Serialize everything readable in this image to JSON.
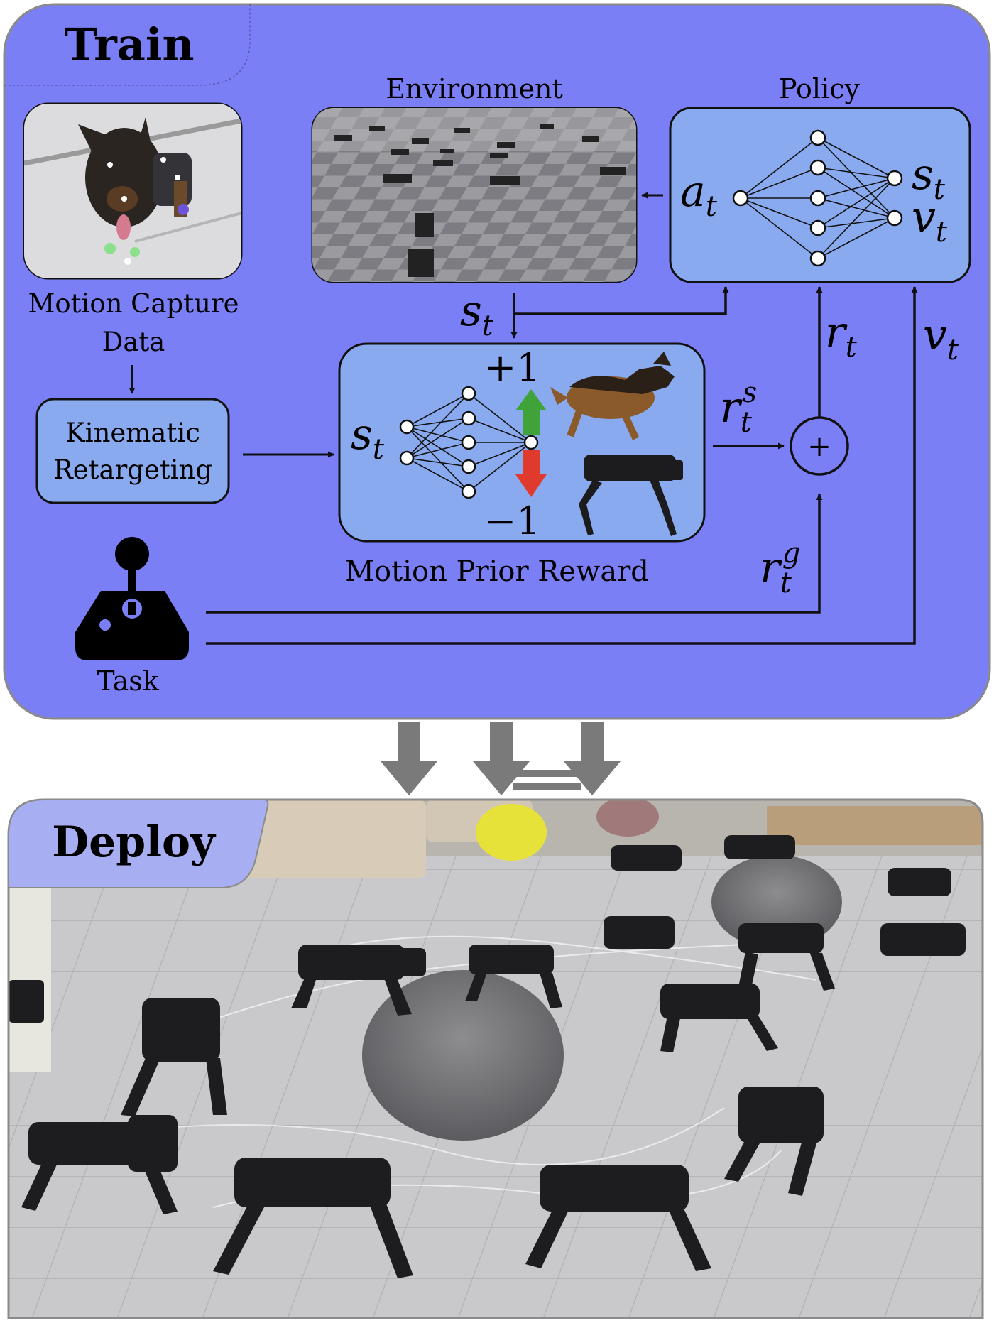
{
  "panels": {
    "train": {
      "title": "Train"
    },
    "deploy": {
      "title": "Deploy"
    }
  },
  "train": {
    "mocap_label": [
      "Motion Capture",
      "Data"
    ],
    "retarget_label": [
      "Kinematic",
      "Retargeting"
    ],
    "environment_title": "Environment",
    "policy_title": "Policy",
    "reward_title": "Motion Prior Reward",
    "task_label": "Task",
    "plus_one": "+1",
    "minus_one": "−1",
    "sum_symbol": "+"
  },
  "math": {
    "s": "s",
    "a": "a",
    "v": "v",
    "r": "r",
    "t": "t",
    "sup_s": "s",
    "sup_g": "g"
  },
  "colors": {
    "train_bg": "#7b7ff6",
    "box_blue": "#8aaaf0",
    "deploy_tab": "#a8aef2",
    "arrow_gray": "#7a7a7a",
    "up_arrow_green": "#3fa33a",
    "down_arrow_red": "#e03a2c",
    "stroke": "#111111"
  },
  "icons": [
    "joystick-icon",
    "dog-photo",
    "robot-photo",
    "simulation-render",
    "deploy-photo"
  ]
}
